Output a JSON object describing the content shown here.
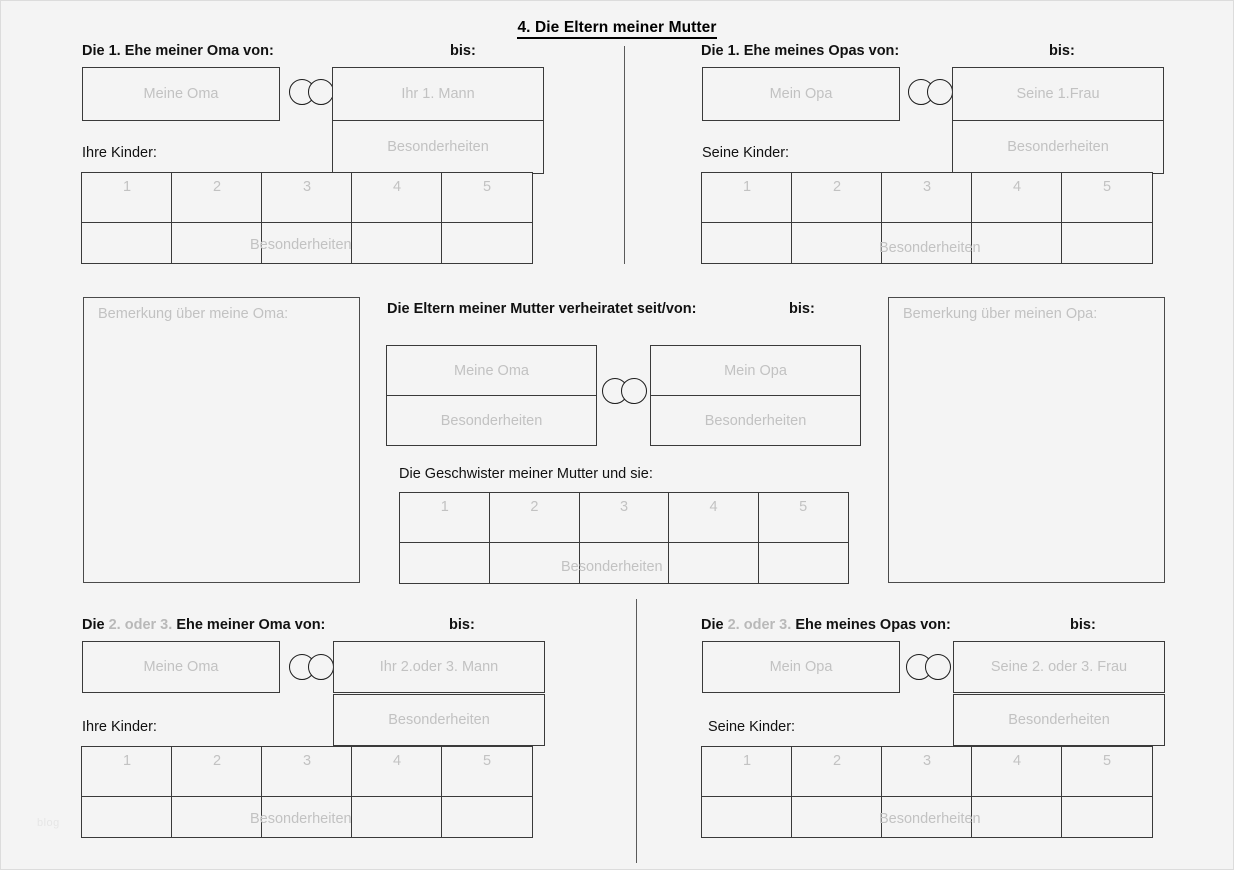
{
  "page": {
    "title": "4. Die Eltern meiner Mutter",
    "watermark": "blog",
    "background_color": "#f4f4f4",
    "border_color": "#3a3a3a",
    "placeholder_color": "#c2c2c2",
    "heading_color": "#111111",
    "muted_heading_color": "#b9b9b9"
  },
  "labels": {
    "bis": "bis:",
    "besonderheiten": "Besonderheiten",
    "child_numbers": [
      "1",
      "2",
      "3",
      "4",
      "5"
    ]
  },
  "sections": {
    "oma_ehe1": {
      "heading": "Die 1. Ehe meiner Oma von:",
      "heading_muted": "",
      "bis": "bis:",
      "left_box": "Meine Oma",
      "right_box": "Ihr 1. Mann",
      "right_note": "Besonderheiten",
      "children_label": "Ihre Kinder:",
      "children_numbers": [
        "1",
        "2",
        "3",
        "4",
        "5"
      ],
      "children_note": "Besonderheiten"
    },
    "opa_ehe1": {
      "heading": "Die 1. Ehe meines Opas von:",
      "heading_muted": "",
      "bis": "bis:",
      "left_box": "Mein Opa",
      "right_box": "Seine 1.Frau",
      "right_note": "Besonderheiten",
      "children_label": "Seine Kinder:",
      "children_numbers": [
        "1",
        "2",
        "3",
        "4",
        "5"
      ],
      "children_note": "Besonderheiten"
    },
    "bemerkung_oma": {
      "placeholder": "Bemerkung über meine Oma:"
    },
    "bemerkung_opa": {
      "placeholder": "Bemerkung über meinen Opa:"
    },
    "eltern": {
      "heading": "Die Eltern meiner Mutter verheiratet seit/von:",
      "bis": "bis:",
      "left_box": "Meine Oma",
      "left_note": "Besonderheiten",
      "right_box": "Mein Opa",
      "right_note": "Besonderheiten",
      "siblings_label": "Die Geschwister meiner Mutter und sie:",
      "siblings_numbers": [
        "1",
        "2",
        "3",
        "4",
        "5"
      ],
      "siblings_note": "Besonderheiten"
    },
    "oma_ehe23": {
      "heading_prefix": "Die",
      "heading_muted": "2. oder 3.",
      "heading_suffix": "Ehe meiner Oma von:",
      "bis": "bis:",
      "left_box": "Meine Oma",
      "right_box": "Ihr 2.oder 3. Mann",
      "right_note": "Besonderheiten",
      "children_label": "Ihre Kinder:",
      "children_numbers": [
        "1",
        "2",
        "3",
        "4",
        "5"
      ],
      "children_note": "Besonderheiten"
    },
    "opa_ehe23": {
      "heading_prefix": "Die",
      "heading_muted": "2. oder 3.",
      "heading_suffix": "Ehe meines Opas von:",
      "bis": "bis:",
      "left_box": "Mein Opa",
      "right_box": "Seine 2. oder 3. Frau",
      "right_note": "Besonderheiten",
      "children_label": "Seine Kinder:",
      "children_numbers": [
        "1",
        "2",
        "3",
        "4",
        "5"
      ],
      "children_note": "Besonderheiten"
    }
  }
}
